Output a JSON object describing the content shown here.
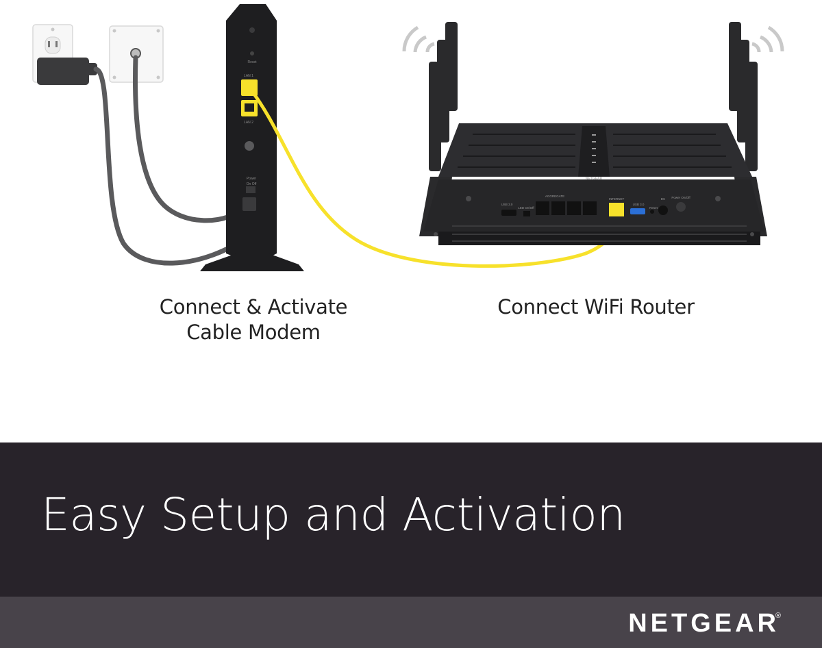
{
  "captions": {
    "modem_line1": "Connect & Activate",
    "modem_line2": "Cable Modem",
    "router": "Connect WiFi Router"
  },
  "banner": {
    "headline": "Easy Setup and Activation"
  },
  "footer": {
    "brand": "NETGEAR",
    "registered_mark": "®"
  },
  "device_labels": {
    "modem_reset": "Reset",
    "modem_lan1": "LAN 1",
    "modem_lan2": "LAN 2",
    "modem_power": "Power",
    "modem_on_off": "On  Off",
    "router_usb1": "USB 3.0",
    "router_led": "LED On/Off",
    "router_aggregate": "AGGREGATE",
    "router_internet": "INTERNET",
    "router_usb2": "USB 3.0",
    "router_reset": "Reset",
    "router_dc": "DC",
    "router_power": "Power On/Off",
    "router_logo": "NETGEAR"
  },
  "colors": {
    "cable_yellow": "#f7e12b",
    "cable_gray": "#5a5a5c",
    "device_black": "#1e1e20",
    "banner_dark": "#28232a",
    "footer_gray": "#48434a"
  }
}
